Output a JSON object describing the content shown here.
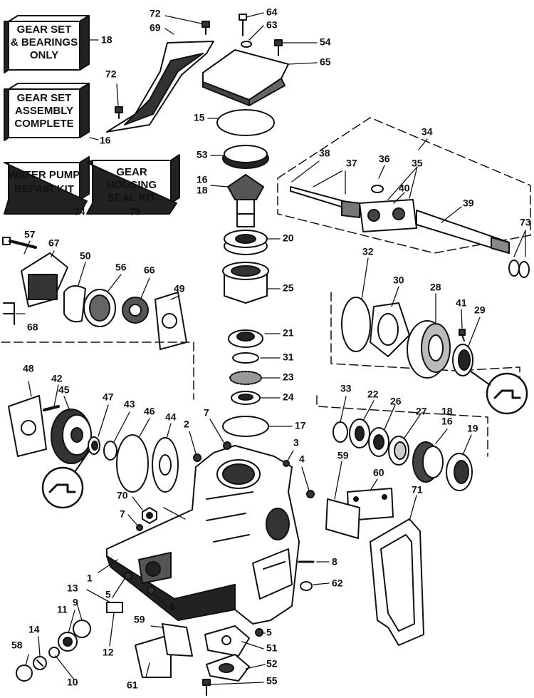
{
  "kits": [
    {
      "id": "18",
      "lines": [
        "GEAR SET",
        "& BEARINGS",
        "ONLY"
      ]
    },
    {
      "id": "16",
      "lines": [
        "GEAR SET",
        "ASSEMBLY",
        "COMPLETE"
      ]
    },
    {
      "id": "74",
      "lines": [
        "WATER PUMP",
        "REPAIR KIT"
      ]
    },
    {
      "id": "75",
      "lines": [
        "GEAR",
        "HOUSING",
        "SEAL KIT"
      ]
    }
  ],
  "callouts": [
    "72",
    "69",
    "64",
    "63",
    "54",
    "65",
    "18",
    "72",
    "16",
    "15",
    "53",
    "16",
    "18",
    "34",
    "38",
    "37",
    "36",
    "35",
    "40",
    "39",
    "73",
    "20",
    "25",
    "21",
    "31",
    "23",
    "24",
    "17",
    "32",
    "30",
    "28",
    "41",
    "29",
    "57",
    "67",
    "50",
    "56",
    "66",
    "49",
    "68",
    "74",
    "75",
    "48",
    "42",
    "45",
    "47",
    "43",
    "46",
    "44",
    "2",
    "7",
    "3",
    "4",
    "70",
    "7",
    "1",
    "13",
    "5",
    "6",
    "11",
    "9",
    "14",
    "58",
    "10",
    "12",
    "61",
    "59",
    "51",
    "5",
    "52",
    "55",
    "33",
    "22",
    "26",
    "27",
    "18",
    "16",
    "19",
    "59",
    "60",
    "71",
    "8",
    "62"
  ],
  "icons": [
    "sealant-icon",
    "sealant-icon"
  ]
}
